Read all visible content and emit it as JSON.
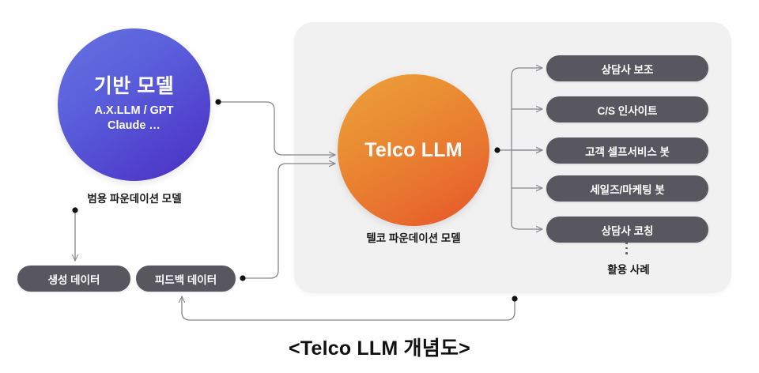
{
  "diagram": {
    "title": "<Telco LLM 개념도>",
    "colors": {
      "panel_bg": "#f1f1f1",
      "blue_circle_from": "#6571e0",
      "blue_circle_to": "#4a2fc3",
      "orange_circle_from": "#eda03c",
      "orange_circle_to": "#e6512a",
      "pill_bg": "#58565e",
      "wire": "#86868b"
    },
    "foundation_model": {
      "title": "기반 모델",
      "subtitle_line1": "A.X.LLM / GPT",
      "subtitle_line2": "Claude …",
      "caption": "범용 파운데이션 모델"
    },
    "telco_model": {
      "title": "Telco LLM",
      "caption": "텔코 파운데이션 모델"
    },
    "use_cases": {
      "caption": "활용 사례",
      "ellipsis": "⋮",
      "items": [
        {
          "label": "상담사 보조"
        },
        {
          "label": "C/S 인사이트"
        },
        {
          "label": "고객 셀프서비스 봇"
        },
        {
          "label": "세일즈/마케팅 봇"
        },
        {
          "label": "상담사 코칭"
        }
      ]
    },
    "data_nodes": [
      {
        "label": "생성 데이터"
      },
      {
        "label": "피드백 데이터"
      }
    ]
  }
}
